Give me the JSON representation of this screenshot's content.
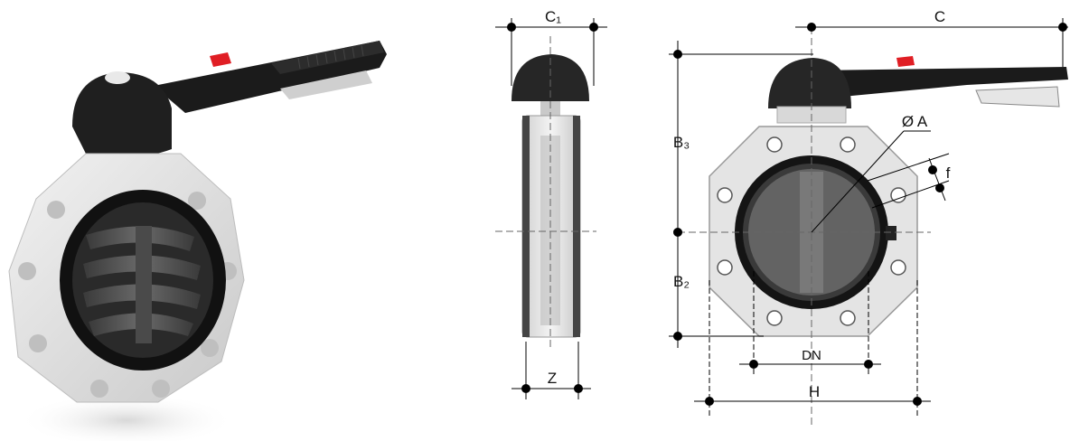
{
  "labels": {
    "c1": "C₁",
    "c": "C",
    "b3": "B₃",
    "b2": "B₂",
    "z": "Z",
    "dia_a": "Ø A",
    "f": "f",
    "dn": "DN",
    "h": "H"
  },
  "colors": {
    "body": "#e3e3e3",
    "handle": "#1b1b1b",
    "lever_red": "#e01e24",
    "liner": "#111111",
    "disc": "#555555"
  },
  "icons": {
    "photo": "butterfly-valve-3d-render",
    "side_view": "valve-side-view",
    "front_view": "valve-front-view"
  }
}
